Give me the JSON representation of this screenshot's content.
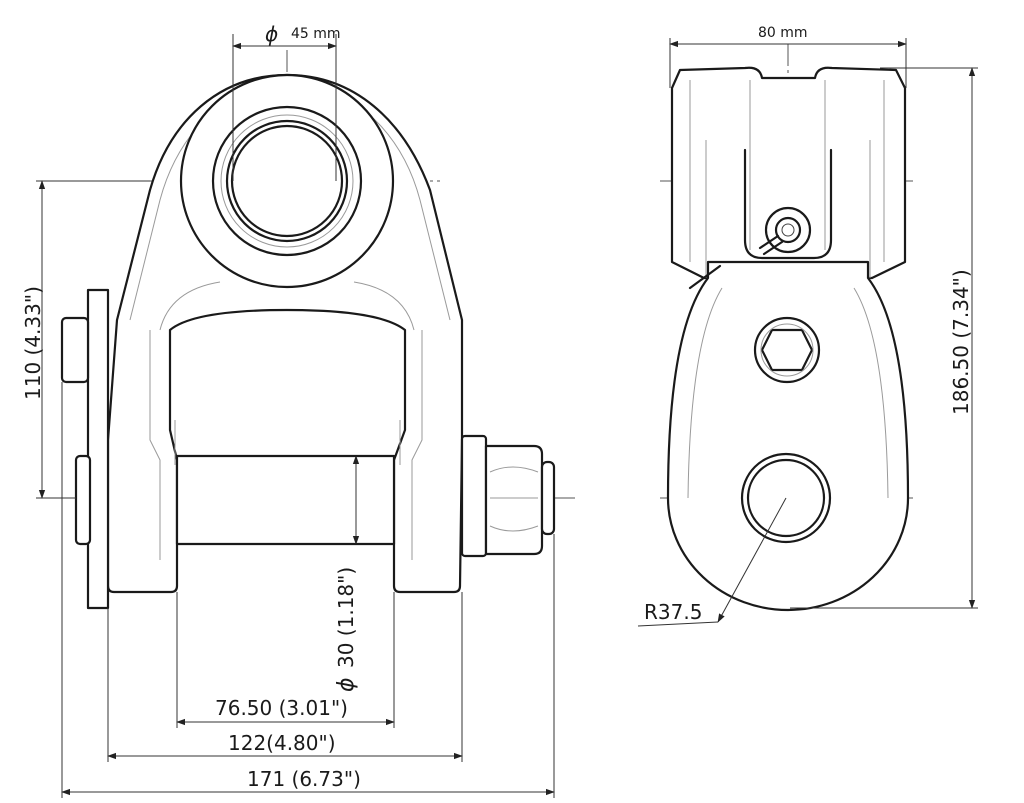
{
  "dimensions": {
    "pin_hole_diameter": "45 mm",
    "pin_hole_symbol": "ϕ",
    "body_width_side": "80 mm",
    "height_front": "110 (4.33\")",
    "height_side": "186.50 (7.34\")",
    "bolt_diameter": "30 (1.18\")",
    "bolt_symbol": "ϕ",
    "inner_width": "76.50 (3.01\")",
    "body_width": "122(4.80\")",
    "overall_width": "171 (6.73\")",
    "plate_radius": "R37.5"
  }
}
